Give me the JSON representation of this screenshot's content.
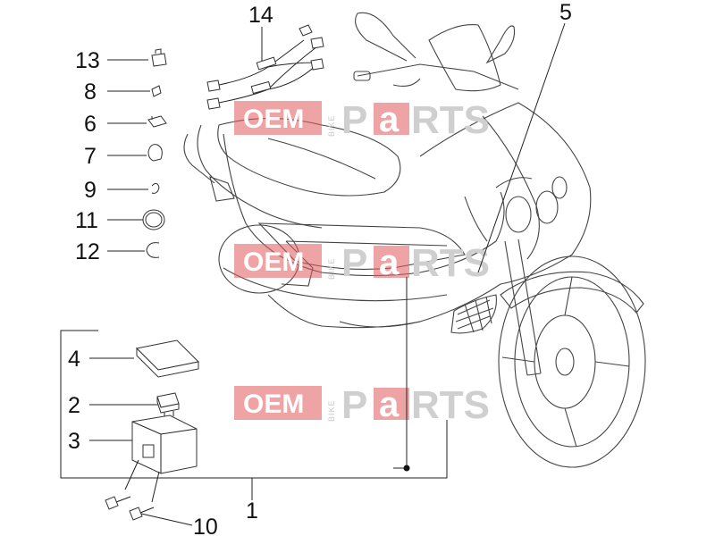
{
  "callouts": {
    "c14": "14",
    "c13": "13",
    "c8": "8",
    "c6": "6",
    "c7": "7",
    "c9": "9",
    "c11": "11",
    "c12": "12",
    "c5": "5",
    "c4": "4",
    "c2": "2",
    "c3": "3",
    "c1": "1",
    "c10": "10"
  },
  "watermark": {
    "oem": "OEM",
    "bike": "BIKE",
    "parts_p": "P",
    "parts_a": "a",
    "parts_rts": "RTS",
    "accent_color": "#e05a5a"
  }
}
